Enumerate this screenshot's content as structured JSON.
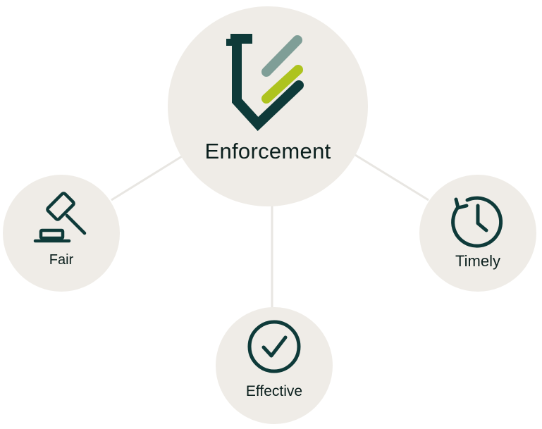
{
  "colors": {
    "circle_fill": "#EFECE7",
    "connector": "#E8E6E2",
    "text": "#0B1F1D",
    "icon_dark": "#0E3A39",
    "emblem_dark": "#0E3A39",
    "emblem_grey": "#7F9E97",
    "emblem_green": "#AEC31F"
  },
  "center": {
    "label": "Enforcement",
    "icon": "shield-check-emblem"
  },
  "nodes": [
    {
      "id": "fair",
      "label": "Fair",
      "icon": "gavel-icon"
    },
    {
      "id": "effective",
      "label": "Effective",
      "icon": "check-circle-icon"
    },
    {
      "id": "timely",
      "label": "Timely",
      "icon": "clock-history-icon"
    }
  ]
}
